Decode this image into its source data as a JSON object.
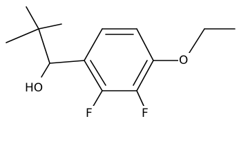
{
  "molecule": {
    "labels": {
      "hydroxyl": "HO",
      "ether_oxygen": "O",
      "fluorine_2": "F",
      "fluorine_3": "F"
    }
  }
}
